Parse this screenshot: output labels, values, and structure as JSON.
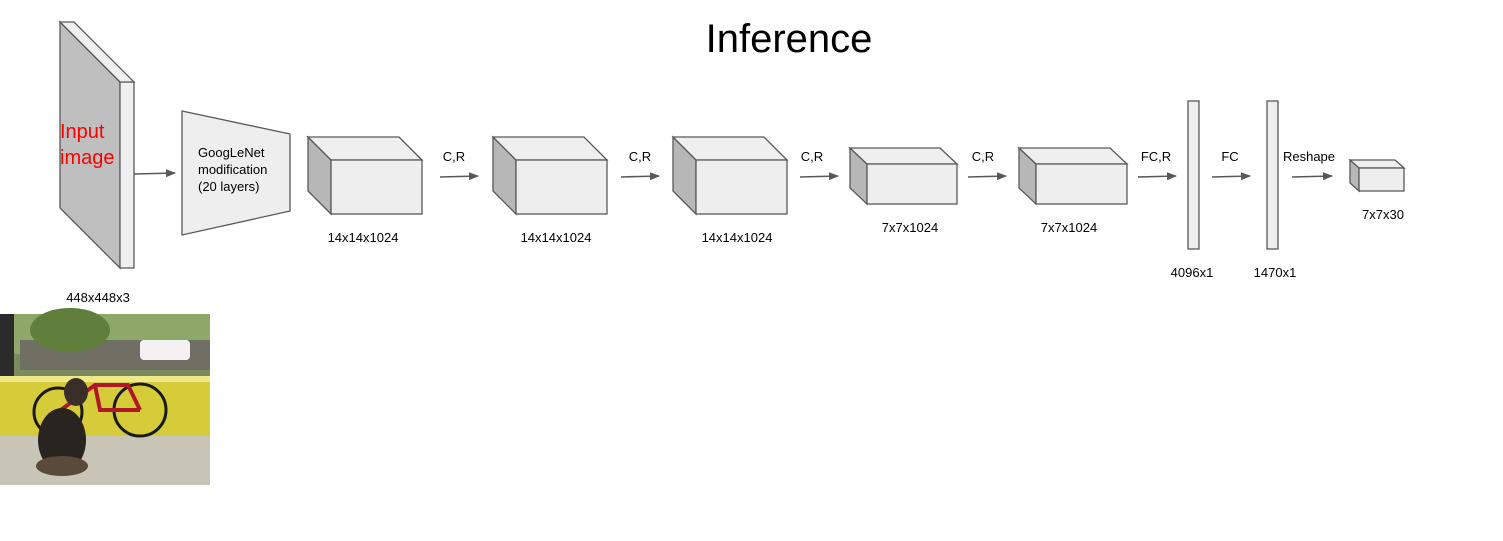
{
  "title": "Inference",
  "input": {
    "label_line1": "Input",
    "label_line2": "image",
    "dims": "448x448x3",
    "label_color": "#ff0000"
  },
  "googlenet": {
    "line1": "GoogLeNet",
    "line2": "modification",
    "line3": "(20 layers)"
  },
  "layers": [
    {
      "dims": "14x14x1024"
    },
    {
      "dims": "14x14x1024"
    },
    {
      "dims": "14x14x1024"
    },
    {
      "dims": "7x7x1024"
    },
    {
      "dims": "7x7x1024"
    }
  ],
  "fc_layers": [
    {
      "dims": "4096x1"
    },
    {
      "dims": "1470x1"
    }
  ],
  "output": {
    "dims": "7x7x30"
  },
  "ops": [
    "C,R",
    "C,R",
    "C,R",
    "C,R",
    "FC,R",
    "FC",
    "Reshape"
  ],
  "colors": {
    "box_fill": "#eeeeee",
    "box_side": "#b7b7b7",
    "stroke": "#595959"
  }
}
